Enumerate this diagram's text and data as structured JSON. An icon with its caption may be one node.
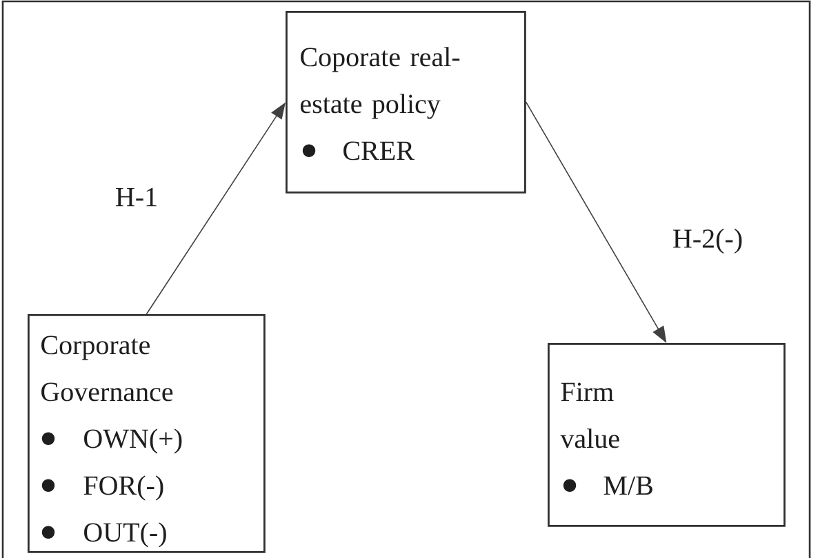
{
  "diagram": {
    "nodes": [
      {
        "text": [
          "Coporate real-estate policy",
          "CRER"
        ]
      },
      {
        "text": [
          "Corporate Governance",
          "OWN(+)",
          "FOR(-)",
          "OUT(-)"
        ]
      },
      {
        "text": [
          "Firm value",
          "M/B"
        ]
      }
    ],
    "edges": [
      {
        "from": 1,
        "to": 0,
        "arrow": "to",
        "label": "H-1"
      },
      {
        "from": 0,
        "to": 2,
        "arrow": "to",
        "label": "H-2(-)"
      }
    ]
  }
}
